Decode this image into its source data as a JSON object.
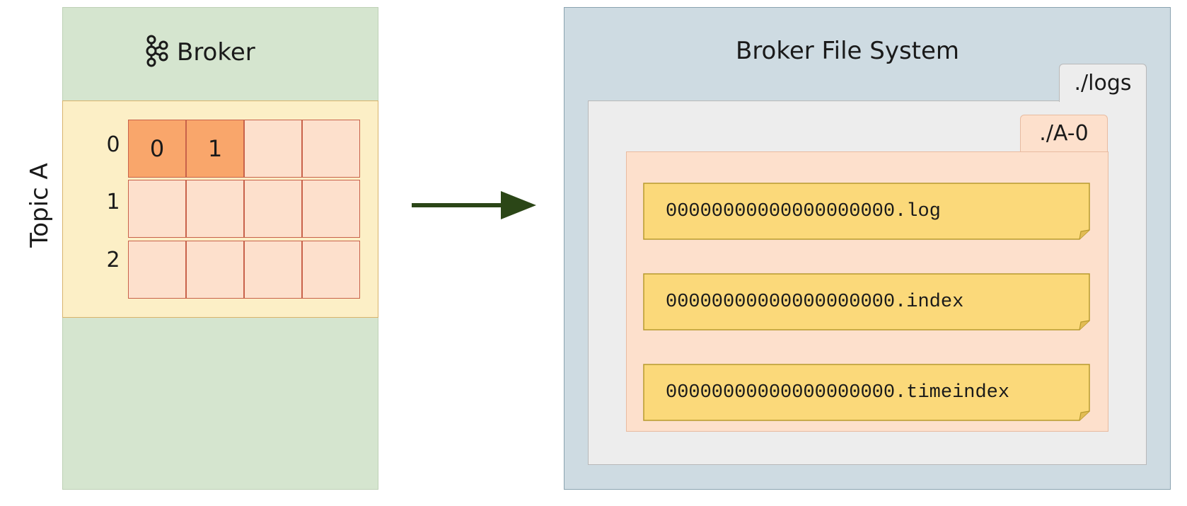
{
  "broker": {
    "title": "Broker",
    "icon": "kafka-logo-icon",
    "topic_label": "Topic A",
    "partitions": [
      {
        "label": "0",
        "cells": [
          "0",
          "1",
          "",
          ""
        ]
      },
      {
        "label": "1",
        "cells": [
          "",
          "",
          "",
          ""
        ]
      },
      {
        "label": "2",
        "cells": [
          "",
          "",
          "",
          ""
        ]
      }
    ]
  },
  "file_system": {
    "title": "Broker File System",
    "logs_folder": "./logs",
    "partition_folder": "./A-0",
    "files": [
      "00000000000000000000.log",
      "00000000000000000000.index",
      "00000000000000000000.timeindex"
    ]
  },
  "colors": {
    "broker_bg": "#d5e5cf",
    "topic_bg": "#fcefc6",
    "cell_empty": "#fde0cc",
    "cell_filled": "#f9a66b",
    "fs_bg": "#cedbe2",
    "logs_bg": "#ededed",
    "partition_bg": "#fde0cc",
    "file_bg": "#fbd97a",
    "arrow": "#2b4617"
  }
}
